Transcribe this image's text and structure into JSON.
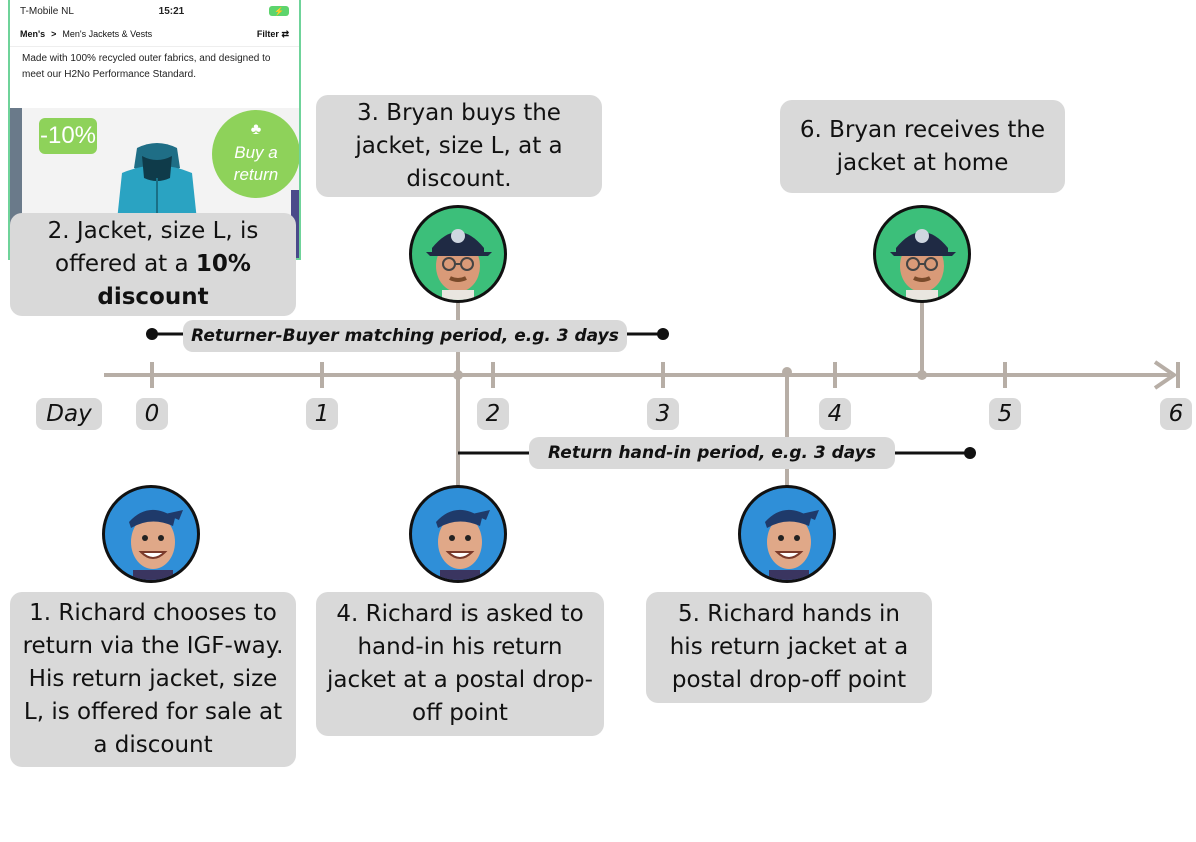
{
  "phone": {
    "carrier": "T-Mobile NL",
    "time": "15:21",
    "nav_section": "Men's",
    "nav_category": "Men's Jackets & Vests",
    "filter_label": "Filter",
    "description": "Made with 100% recycled outer fabrics, and designed to meet our H2No Performance Standard.",
    "discount_badge": "-10%",
    "buy_return_line1": "Buy a",
    "buy_return_line2": "return"
  },
  "steps": {
    "s1": "1. Richard chooses to return via the IGF-way. His return jacket, size L, is offered for sale at a discount",
    "s2_pre": "2. Jacket, size L, is offered at a ",
    "s2_bold": "10% discount",
    "s3": "3. Bryan buys the jacket, size L, at a discount.",
    "s4": "4. Richard is asked to hand-in his return jacket at a postal drop-off point",
    "s5": "5. Richard hands in his return jacket at a postal drop-off point",
    "s6": "6. Bryan receives the jacket at home"
  },
  "axis": {
    "label": "Day",
    "ticks": [
      "0",
      "1",
      "2",
      "3",
      "4",
      "5",
      "6"
    ]
  },
  "periods": {
    "matching": "Returner-Buyer matching period, e.g. 3 days",
    "handin": "Return hand-in period, e.g. 3 days"
  },
  "colors": {
    "axis": "#b7aea6",
    "box": "#d9d9d9",
    "period_line": "#111111",
    "richard_bg": "#2f8fd8",
    "bryan_bg": "#3cbf7a",
    "badge_green": "#8ed25a"
  }
}
